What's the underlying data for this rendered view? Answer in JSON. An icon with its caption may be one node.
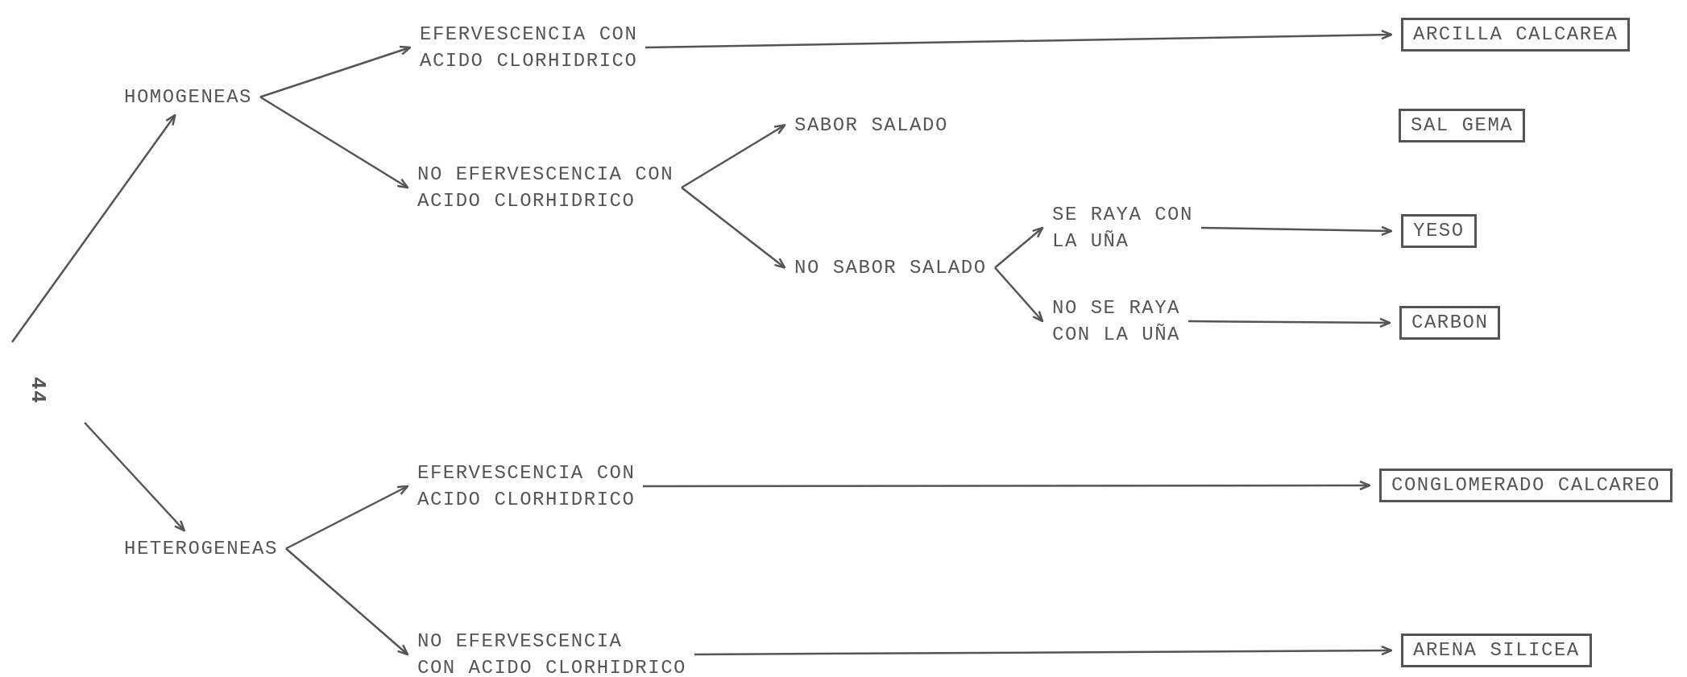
{
  "diagram": {
    "nodes": [
      {
        "text": [
          "HOMOGENEAS"
        ]
      },
      {
        "text": [
          "EFERVESCENCIA CON ACIDO CLORHIDRICO"
        ]
      },
      {
        "text": [
          "NO EFERVESCENCIA CON ACIDO CLORHIDRICO"
        ]
      },
      {
        "text": [
          "SABOR SALADO"
        ]
      },
      {
        "text": [
          "NO SABOR SALADO"
        ]
      },
      {
        "text": [
          "SE RAYA CON LA UÑA"
        ]
      },
      {
        "text": [
          "NO SE RAYA CON LA UÑA"
        ]
      },
      {
        "text": [
          "ARCILLA CALCAREA"
        ]
      },
      {
        "text": [
          "SAL GEMA"
        ]
      },
      {
        "text": [
          "YESO"
        ]
      },
      {
        "text": [
          "CARBON"
        ]
      },
      {
        "text": [
          "HETEROGENEAS"
        ]
      },
      {
        "text": [
          "EFERVESCENCIA CON ACIDO CLORHIDRICO"
        ]
      },
      {
        "text": [
          "NO EFERVESCENCIA CON ACIDO CLORHIDRICO"
        ]
      },
      {
        "text": [
          "CONGLOMERADO CALCAREO"
        ]
      },
      {
        "text": [
          "ARENA SILICEA"
        ]
      }
    ],
    "edges": [
      {
        "from": null,
        "to": 0,
        "arrow": "to"
      },
      {
        "from": 0,
        "to": 1,
        "arrow": "to"
      },
      {
        "from": 0,
        "to": 2,
        "arrow": "to"
      },
      {
        "from": 1,
        "to": 7,
        "arrow": "to"
      },
      {
        "from": 2,
        "to": 3,
        "arrow": "to"
      },
      {
        "from": 2,
        "to": 4,
        "arrow": "to"
      },
      {
        "from": 4,
        "to": 5,
        "arrow": "to"
      },
      {
        "from": 4,
        "to": 6,
        "arrow": "to"
      },
      {
        "from": 5,
        "to": 9,
        "arrow": "to"
      },
      {
        "from": 6,
        "to": 10,
        "arrow": "to"
      },
      {
        "from": null,
        "to": 11,
        "arrow": "to"
      },
      {
        "from": 11,
        "to": 12,
        "arrow": "to"
      },
      {
        "from": 11,
        "to": 13,
        "arrow": "to"
      },
      {
        "from": 12,
        "to": 14,
        "arrow": "to"
      },
      {
        "from": 13,
        "to": 15,
        "arrow": "to"
      }
    ],
    "labels": [
      "44"
    ]
  }
}
